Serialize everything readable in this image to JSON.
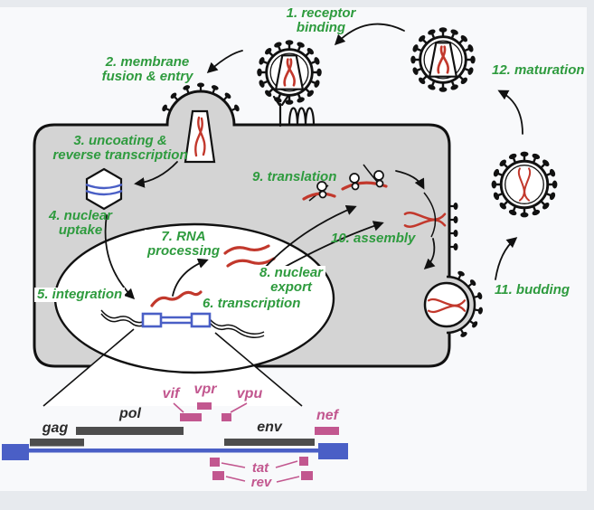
{
  "steps": [
    {
      "lines": [
        "1. receptor",
        "binding"
      ]
    },
    {
      "lines": [
        "2. membrane",
        "fusion & entry"
      ]
    },
    {
      "lines": [
        "3. uncoating &",
        "reverse transcription"
      ]
    },
    {
      "lines": [
        "4. nuclear",
        "uptake"
      ]
    },
    {
      "lines": [
        "5. integration"
      ]
    },
    {
      "lines": [
        "6. transcription"
      ]
    },
    {
      "lines": [
        "7. RNA",
        "processing"
      ]
    },
    {
      "lines": [
        "8. nuclear",
        "export"
      ]
    },
    {
      "lines": [
        "9. translation"
      ]
    },
    {
      "lines": [
        "10. assembly"
      ]
    },
    {
      "lines": [
        "11. budding"
      ]
    },
    {
      "lines": [
        "12. maturation"
      ]
    }
  ],
  "genome": {
    "genes": {
      "gag": "gag",
      "pol": "pol",
      "env": "env",
      "vif": "vif",
      "vpr": "vpr",
      "vpu": "vpu",
      "nef": "nef",
      "tat": "tat",
      "rev": "rev"
    }
  },
  "colors": {
    "step-label": "#2E9B3E",
    "rna": "#C2382C",
    "provirus-blue": "#4A5FC6",
    "regulatory-pink": "#C2578F",
    "structural-gray": "#4D4D4D",
    "cell-fill": "#D4D4D4",
    "outline": "#111111"
  }
}
